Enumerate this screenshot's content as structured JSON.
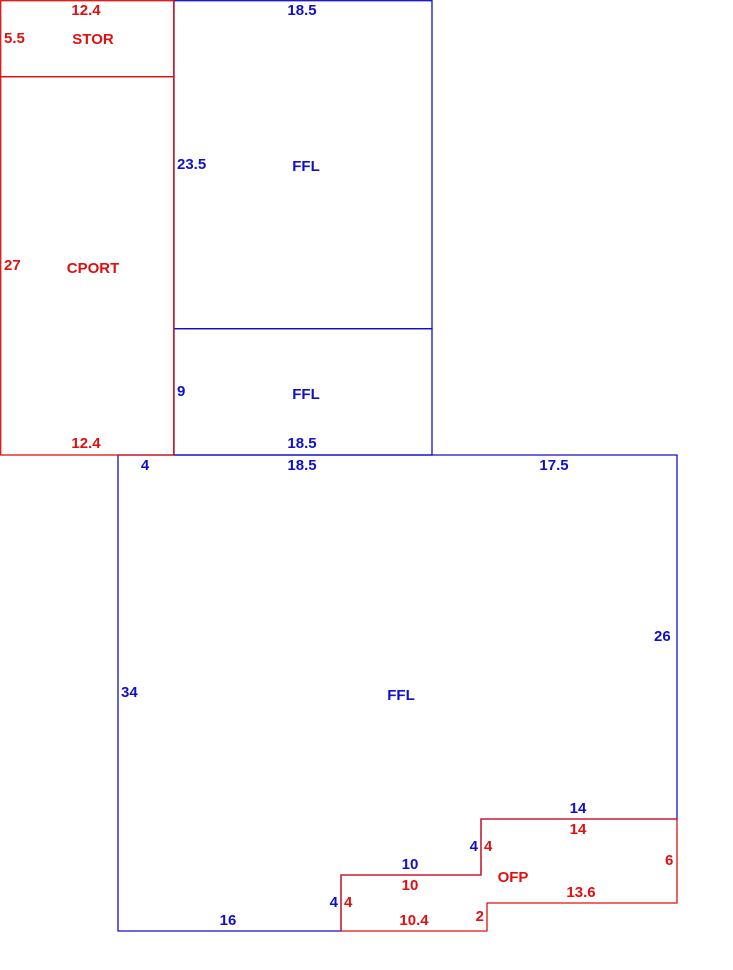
{
  "colors": {
    "red": "#e01010",
    "blue": "#1010c8",
    "background": "#ffffff"
  },
  "areas": {
    "stor": {
      "label": "STOR",
      "dims": {
        "top": "12.4",
        "left": "5.5"
      }
    },
    "cport": {
      "label": "CPORT",
      "dims": {
        "left": "27",
        "bottom": "12.4"
      }
    },
    "ffl_upper": {
      "label": "FFL",
      "dims": {
        "top": "18.5",
        "left": "23.5"
      }
    },
    "ffl_middle": {
      "label": "FFL",
      "dims": {
        "left": "9",
        "bottom": "18.5"
      }
    },
    "ffl_main": {
      "label": "FFL",
      "dims": {
        "top_left": "4",
        "top_mid": "18.5",
        "top_right": "17.5",
        "right": "26",
        "left": "34",
        "bottom_left": "16",
        "step_low_vertical": "4",
        "step_low_horizontal": "10",
        "step_high_vertical": "4",
        "step_high_horizontal": "14"
      }
    },
    "ofp": {
      "label": "OFP",
      "dims": {
        "top": "14",
        "right": "6",
        "bottom_right": "13.6",
        "step_vertical": "2",
        "bottom": "10.4",
        "left": "4",
        "mid_top": "10",
        "mid_vertical": "4"
      }
    }
  }
}
